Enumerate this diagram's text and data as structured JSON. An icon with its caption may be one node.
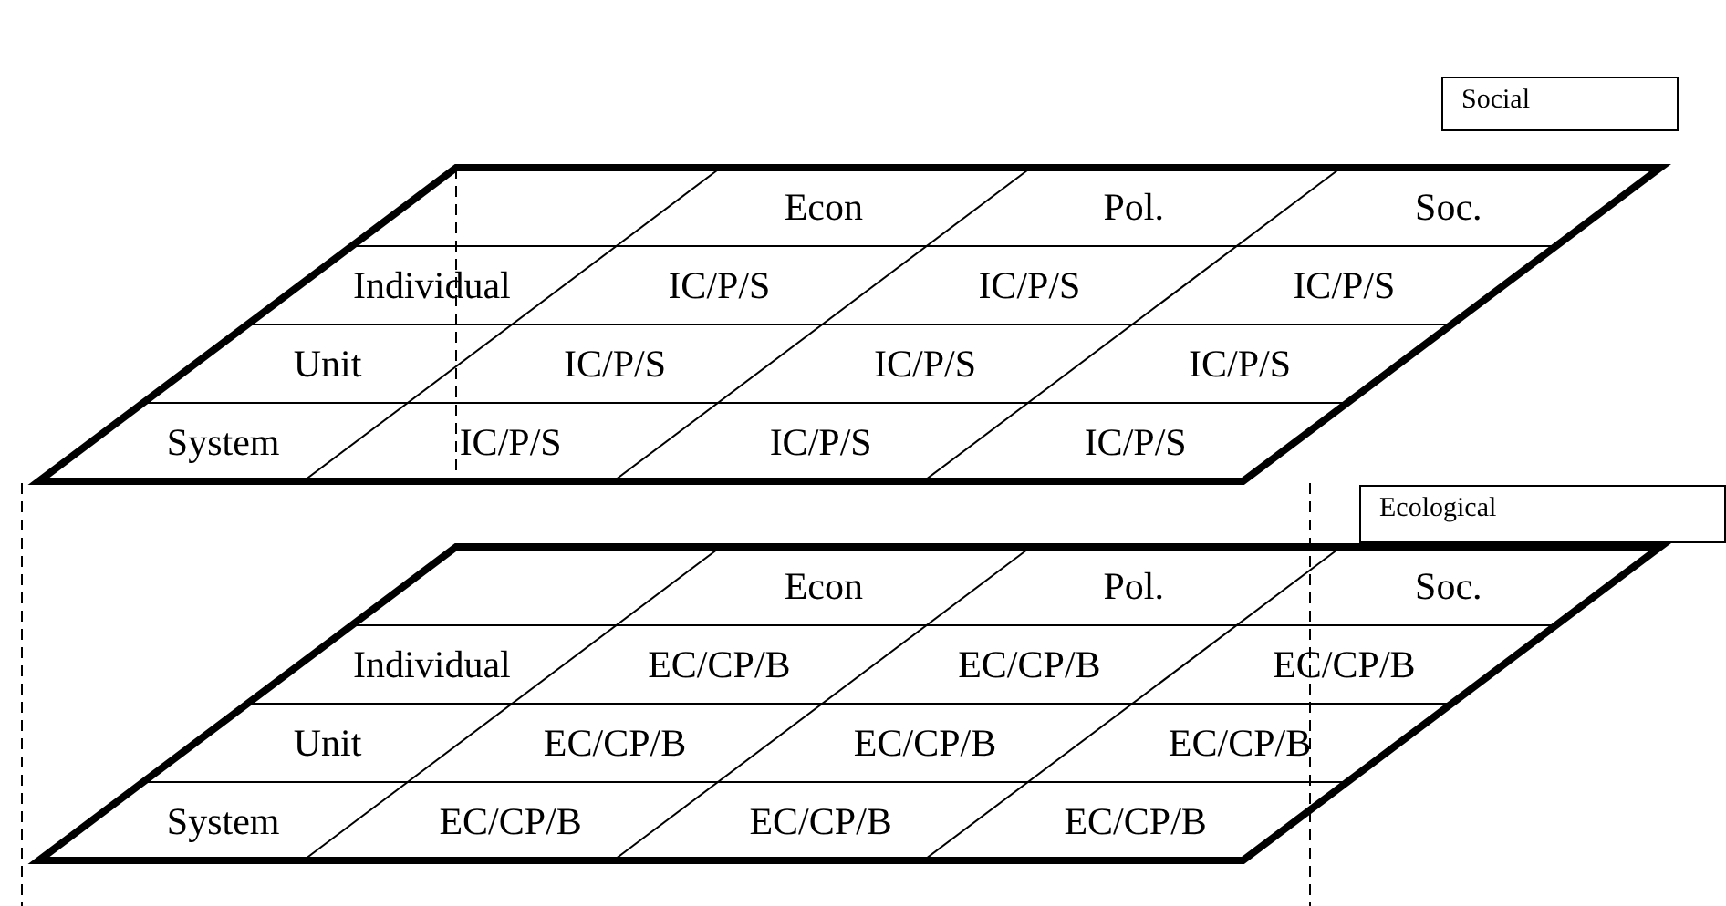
{
  "diagram": {
    "nodes": [
      {
        "text": [
          "Social"
        ]
      },
      {
        "text": [
          "Ecological"
        ]
      }
    ],
    "labels": [
      "Econ",
      "Pol.",
      "Soc.",
      "Individual",
      "IC/P/S",
      "IC/P/S",
      "IC/P/S",
      "Unit",
      "IC/P/S",
      "IC/P/S",
      "IC/P/S",
      "System",
      "IC/P/S",
      "IC/P/S",
      "IC/P/S",
      "Econ",
      "Pol.",
      "Soc.",
      "Individual",
      "EC/CP/B",
      "EC/CP/B",
      "EC/CP/B",
      "Unit",
      "EC/CP/B",
      "EC/CP/B",
      "EC/CP/B",
      "System",
      "EC/CP/B",
      "EC/CP/B",
      "EC/CP/B"
    ]
  }
}
